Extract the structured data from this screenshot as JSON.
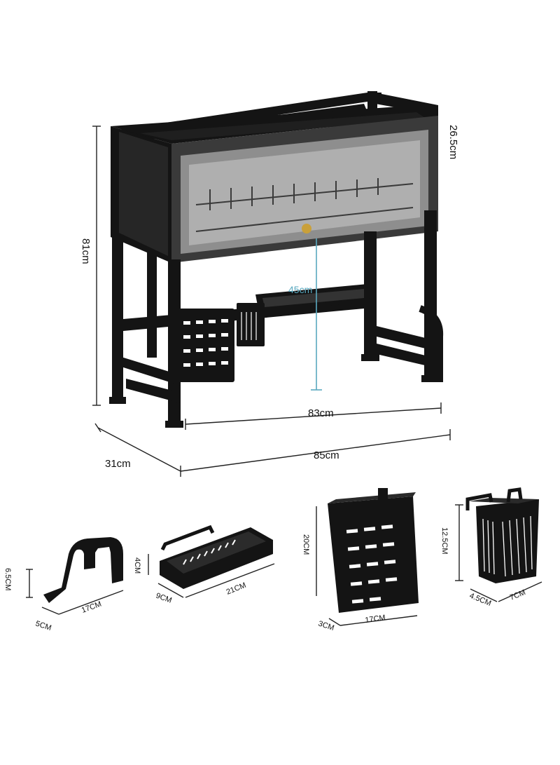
{
  "main_rack": {
    "height_label": "81cm",
    "top_height_label": "26.5cm",
    "clearance_label": "45cm",
    "inner_width_label": "83cm",
    "outer_width_label": "85cm",
    "depth_label": "31cm"
  },
  "accessories": {
    "hook": {
      "height": "6.5CM",
      "depth": "5CM",
      "width": "17CM"
    },
    "tray": {
      "height": "4CM",
      "depth": "9CM",
      "width": "21CM"
    },
    "board_holder": {
      "height": "20CM",
      "depth": "3CM",
      "width": "17CM"
    },
    "utensil_holder": {
      "height": "12.5CM",
      "depth": "4.5CM",
      "width": "7CM"
    }
  },
  "colors": {
    "metal": "#141414",
    "clearance_line": "#5aa9c0",
    "knob": "#c9a03a"
  }
}
